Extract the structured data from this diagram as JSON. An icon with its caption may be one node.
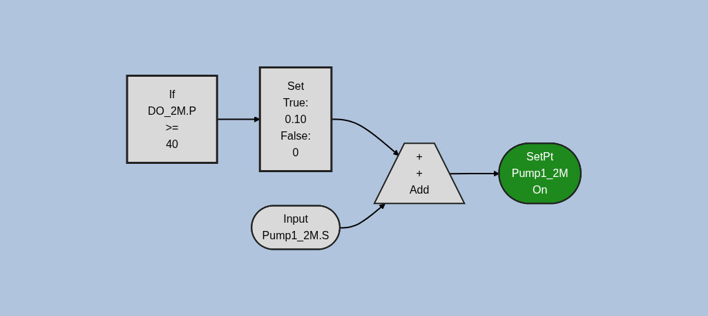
{
  "diagram": {
    "nodes": [
      {
        "text": [
          "If",
          "DO_2M.P",
          ">=",
          "40"
        ]
      },
      {
        "text": [
          "Set",
          "True:",
          "0.10",
          "False:",
          "0"
        ]
      },
      {
        "text": [
          "+",
          "+",
          "Add"
        ]
      },
      {
        "text": [
          "SetPt",
          "Pump1_2M",
          "On"
        ]
      },
      {
        "text": [
          "Input",
          "Pump1_2M.S"
        ]
      }
    ],
    "edges": [
      {
        "from": 0,
        "to": 1,
        "arrow": "to"
      },
      {
        "from": 1,
        "to": 2,
        "arrow": "to"
      },
      {
        "from": 4,
        "to": 2,
        "arrow": "to"
      },
      {
        "from": 2,
        "to": 3,
        "arrow": "to"
      }
    ]
  }
}
